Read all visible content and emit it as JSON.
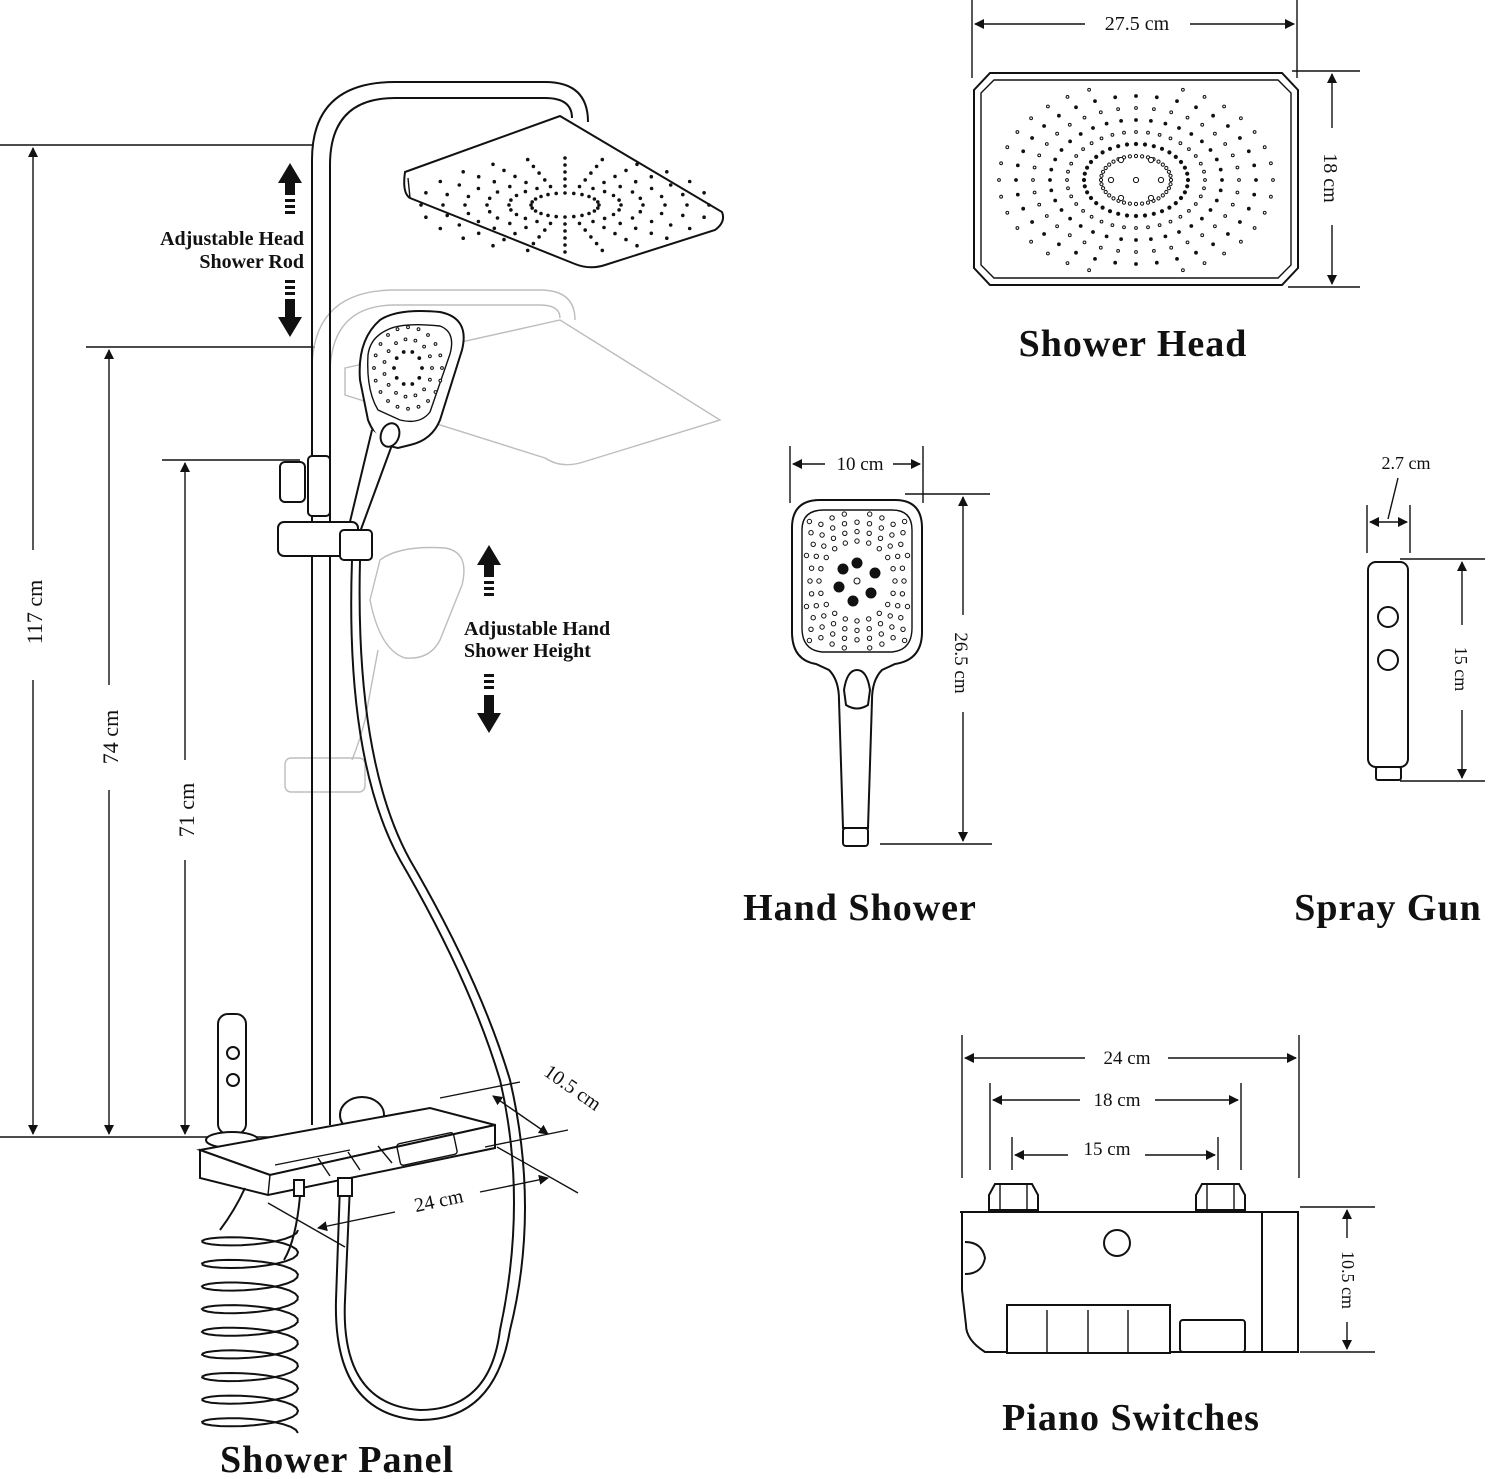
{
  "captions": {
    "shower_panel": "Shower Panel",
    "shower_head": "Shower Head",
    "hand_shower": "Hand Shower",
    "spray_gun": "Spray Gun",
    "piano_switches": "Piano Switches"
  },
  "annotations": {
    "head_rod_line1": "Adjustable Head",
    "head_rod_line2": "Shower Rod",
    "hand_height_line1": "Adjustable Hand",
    "hand_height_line2": "Shower Height"
  },
  "dimensions": {
    "panel_total_height": "117 cm",
    "panel_rod_height": "74 cm",
    "panel_slider_height": "71 cm",
    "panel_shelf_depth": "10.5 cm",
    "panel_shelf_width": "24 cm",
    "head_width": "27.5 cm",
    "head_depth": "18 cm",
    "hand_width": "10 cm",
    "hand_length": "26.5 cm",
    "gun_diameter": "2.7 cm",
    "gun_length": "15 cm",
    "switch_total_width": "24 cm",
    "switch_inlet_span_outer": "18 cm",
    "switch_inlet_span_inner": "15 cm",
    "switch_depth": "10.5 cm"
  },
  "colors": {
    "line": "#111111",
    "ghost": "#bdbdbd",
    "background": "#ffffff"
  }
}
